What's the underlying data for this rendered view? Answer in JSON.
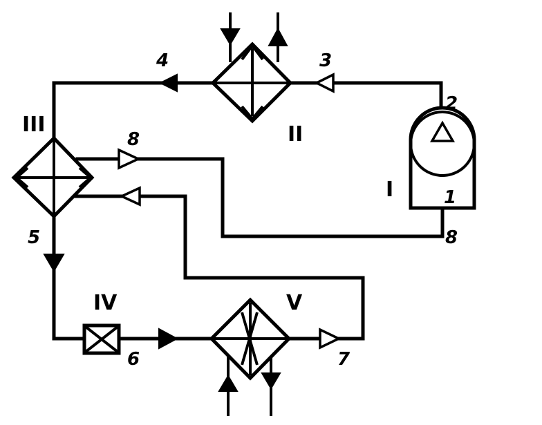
{
  "components": {
    "compressor": "I",
    "condenser": "II",
    "regenerator": "III",
    "throttle": "IV",
    "evaporator": "V"
  },
  "points": {
    "p1": "1",
    "p2": "2",
    "p3": "3",
    "p4": "4",
    "p5": "5",
    "p6": "6",
    "p7": "7",
    "p8_top": "8",
    "p8_bottom": "8"
  }
}
